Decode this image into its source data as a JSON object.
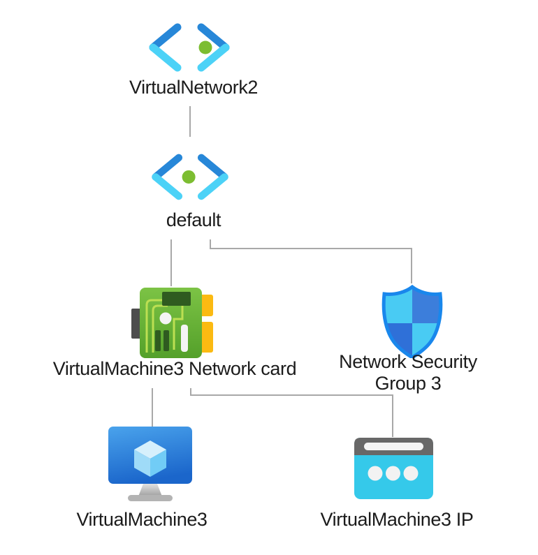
{
  "diagram": {
    "background_color": "#ffffff",
    "connector_color": "#a8a8a8",
    "nodes": {
      "virtual_network": {
        "label": "VirtualNetwork2",
        "type": "virtual-network"
      },
      "subnet": {
        "label": "default",
        "type": "subnet"
      },
      "network_card": {
        "label": "VirtualMachine3 Network card",
        "type": "network-interface"
      },
      "network_security_group": {
        "label": "Network Security Group 3",
        "type": "network-security-group"
      },
      "virtual_machine": {
        "label": "VirtualMachine3",
        "type": "virtual-machine"
      },
      "public_ip": {
        "label": "VirtualMachine3 IP",
        "type": "public-ip-address"
      }
    },
    "edges": [
      {
        "from": "VirtualNetwork2",
        "to": "default"
      },
      {
        "from": "default",
        "to": "VirtualMachine3 Network card"
      },
      {
        "from": "default",
        "to": "Network Security Group 3"
      },
      {
        "from": "VirtualMachine3 Network card",
        "to": "VirtualMachine3"
      },
      {
        "from": "VirtualMachine3 Network card",
        "to": "VirtualMachine3 IP"
      }
    ],
    "icon_colors": {
      "vnet_chevron_top": "#2787d8",
      "vnet_chevron_bottom": "#4cd2f7",
      "vnet_dot_green": "#7cbd31",
      "nic_board_green_top": "#7cc345",
      "nic_board_green_bottom": "#54a02a",
      "nic_chip_dark_green": "#2f5b20",
      "nic_trace_lime": "#bcdf52",
      "nic_connector_yellow": "#fbba12",
      "nic_connector_gray": "#4d4d4d",
      "nsg_border_blue": "#1987ec",
      "nsg_light_cyan": "#49cbf3",
      "nsg_mid_blue": "#3c7edb",
      "nsg_dark_blue": "#2f70d8",
      "vm_screen_blue_top": "#4aa3ec",
      "vm_screen_blue_bottom": "#1b66cb",
      "vm_cube_light": "#d6f0fc",
      "vm_stand_gray": "#b3b3b3",
      "ip_body_cyan": "#35c9ea",
      "ip_header_gray": "#686868",
      "label_text": "#1b1b1b"
    }
  }
}
